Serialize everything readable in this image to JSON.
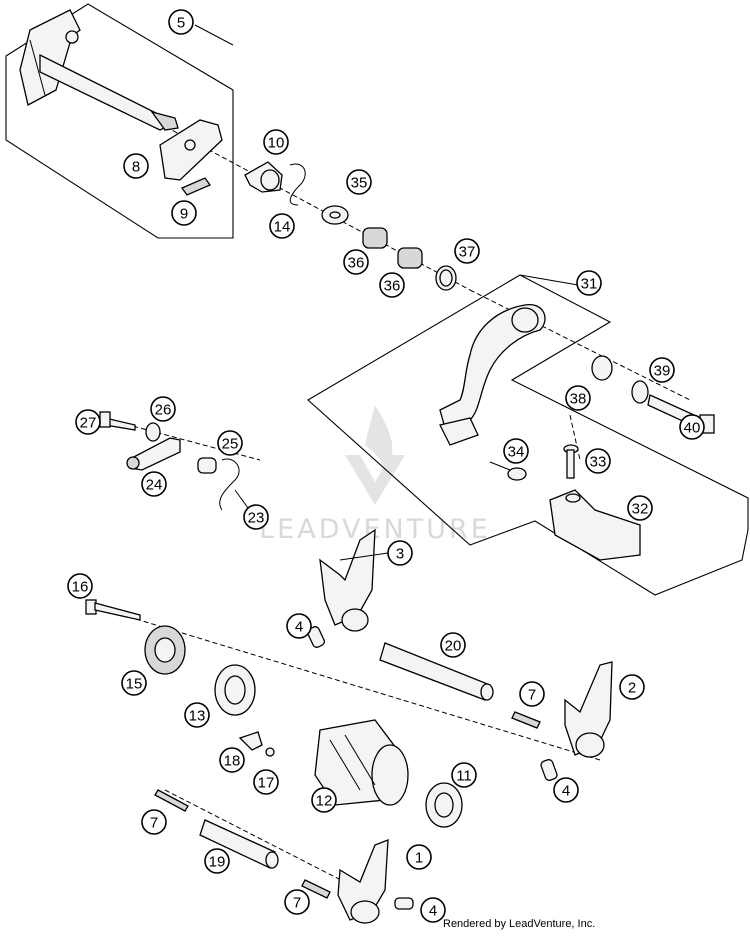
{
  "diagram": {
    "watermark": "LEADVENTURE",
    "credit": "Rendered by LeadVenture, Inc.",
    "callouts": [
      {
        "id": "c5",
        "label": "5"
      },
      {
        "id": "c8",
        "label": "8"
      },
      {
        "id": "c9",
        "label": "9"
      },
      {
        "id": "c10",
        "label": "10"
      },
      {
        "id": "c14",
        "label": "14"
      },
      {
        "id": "c35",
        "label": "35"
      },
      {
        "id": "c36a",
        "label": "36"
      },
      {
        "id": "c36b",
        "label": "36"
      },
      {
        "id": "c37",
        "label": "37"
      },
      {
        "id": "c31",
        "label": "31"
      },
      {
        "id": "c39",
        "label": "39"
      },
      {
        "id": "c38",
        "label": "38"
      },
      {
        "id": "c40",
        "label": "40"
      },
      {
        "id": "c34",
        "label": "34"
      },
      {
        "id": "c33",
        "label": "33"
      },
      {
        "id": "c32",
        "label": "32"
      },
      {
        "id": "c27",
        "label": "27"
      },
      {
        "id": "c26",
        "label": "26"
      },
      {
        "id": "c25",
        "label": "25"
      },
      {
        "id": "c24",
        "label": "24"
      },
      {
        "id": "c23",
        "label": "23"
      },
      {
        "id": "c3",
        "label": "3"
      },
      {
        "id": "c16",
        "label": "16"
      },
      {
        "id": "c4a",
        "label": "4"
      },
      {
        "id": "c20",
        "label": "20"
      },
      {
        "id": "c15",
        "label": "15"
      },
      {
        "id": "c7a",
        "label": "7"
      },
      {
        "id": "c2",
        "label": "2"
      },
      {
        "id": "c13",
        "label": "13"
      },
      {
        "id": "c18",
        "label": "18"
      },
      {
        "id": "c17",
        "label": "17"
      },
      {
        "id": "c11",
        "label": "11"
      },
      {
        "id": "c12",
        "label": "12"
      },
      {
        "id": "c4b",
        "label": "4"
      },
      {
        "id": "c7b",
        "label": "7"
      },
      {
        "id": "c19",
        "label": "19"
      },
      {
        "id": "c1",
        "label": "1"
      },
      {
        "id": "c7c",
        "label": "7"
      },
      {
        "id": "c4c",
        "label": "4"
      }
    ]
  }
}
